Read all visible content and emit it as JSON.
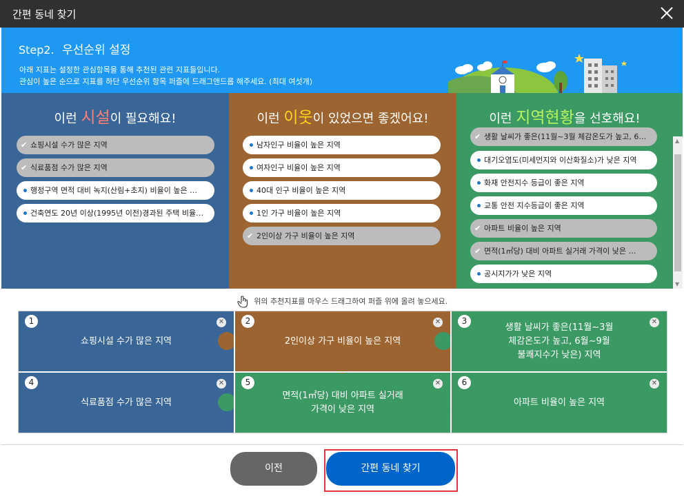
{
  "window": {
    "title": "간편 동네 찾기",
    "close_icon": "close-icon"
  },
  "header": {
    "step_num": "Step2.",
    "step_title": "우선순위 설정",
    "desc1": "아래 지표는 설정한 관심항목을 통해 추천된 관련 지표들입니다.",
    "desc2": "관심이 높은 순으로 지표를 하단 우선순위 항목 퍼즐에 드래그앤드롭 해주세요. (최대 여섯개)"
  },
  "panels": [
    {
      "pre": "이런 ",
      "highlight": "시설",
      "post": "이 필요해요!",
      "items": [
        {
          "label": "쇼핑시설 수가 많은 지역",
          "selected": true
        },
        {
          "label": "식료품점 수가 많은 지역",
          "selected": true
        },
        {
          "label": "행정구역 면적 대비 녹지(산림+초지) 비율이 높은 …",
          "selected": false
        },
        {
          "label": "건축연도 20년 이상(1995년 이전)경과된 주택 비율…",
          "selected": false
        }
      ]
    },
    {
      "pre": "이런 ",
      "highlight": "이웃",
      "post": "이 있었으면 좋겠어요!",
      "items": [
        {
          "label": "남자인구 비율이 높은 지역",
          "selected": false
        },
        {
          "label": "여자인구 비율이 높은 지역",
          "selected": false
        },
        {
          "label": "40대 인구 비율이 높은 지역",
          "selected": false
        },
        {
          "label": "1인 가구 비율이 높은 지역",
          "selected": false
        },
        {
          "label": "2인이상 가구 비율이 높은 지역",
          "selected": true
        }
      ]
    },
    {
      "pre": "이런 ",
      "highlight": "지역현황",
      "post": "을 선호해요!",
      "items": [
        {
          "label": "생활 날씨가 좋은(11월~3월 체감온도가 높고, 6…",
          "selected": true
        },
        {
          "label": "대기오염도(미세먼지와 이산화질소)가 낮은 지역",
          "selected": false
        },
        {
          "label": "화재 안전지수 등급이 좋은 지역",
          "selected": false
        },
        {
          "label": "교통 안전 지수등급이 좋은 지역",
          "selected": false
        },
        {
          "label": "아파트 비율이 높은 지역",
          "selected": true
        },
        {
          "label": "면적(1㎡당) 대비 아파트 실거래 가격이 낮은 …",
          "selected": true
        },
        {
          "label": "공시지가가 낮은 지역",
          "selected": false
        }
      ]
    }
  ],
  "hint": "위의 추천지표를 마우스 드래그하여 퍼즐 위에 올려 놓으세요.",
  "slots": [
    {
      "num": "1",
      "text": "쇼핑시설 수가 많은 지역",
      "color": "#396597"
    },
    {
      "num": "2",
      "text": "2인이상 가구 비율이 높은 지역",
      "color": "#9c6430"
    },
    {
      "num": "3",
      "text": "생활 날씨가 좋은(11월~3월\n체감온도가 높고, 6월~9월\n불쾌지수가 낮은) 지역",
      "color": "#3b9a63"
    },
    {
      "num": "4",
      "text": "식료품점 수가 많은 지역",
      "color": "#396597"
    },
    {
      "num": "5",
      "text": "면적(1㎡당) 대비 아파트 실거래\n가격이 낮은 지역",
      "color": "#3b9a63"
    },
    {
      "num": "6",
      "text": "아파트 비율이 높은 지역",
      "color": "#3b9a63"
    }
  ],
  "buttons": {
    "prev": "이전",
    "go": "간편 동네 찾기"
  }
}
